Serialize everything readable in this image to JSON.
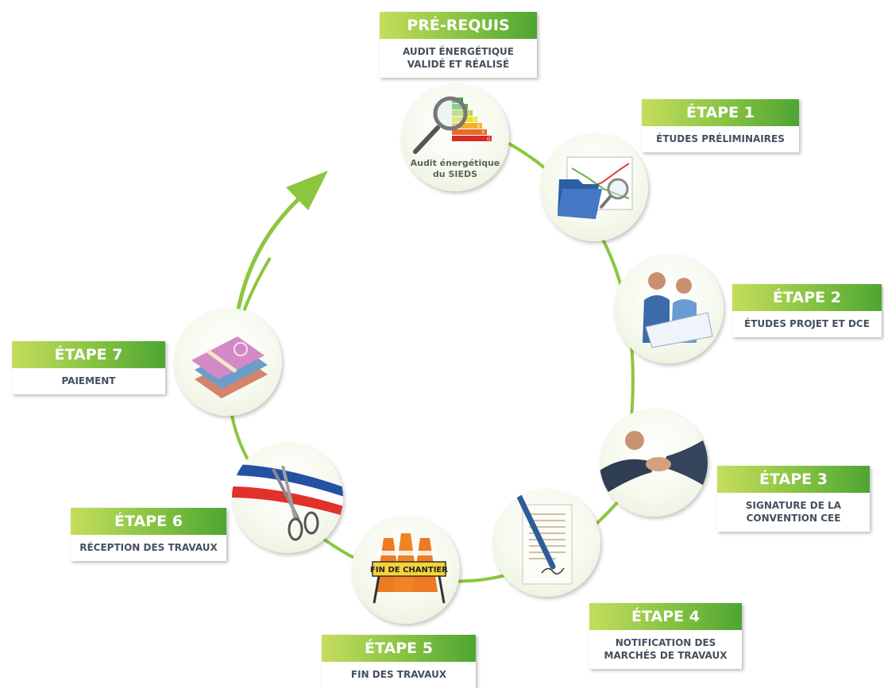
{
  "steps": [
    {
      "id": "prerequis",
      "head": "PRÉ-REQUIS",
      "desc": [
        "AUDIT ÉNERGÉTIQUE",
        "VALIDÉ ET RÉALISÉ"
      ],
      "icon": "energy-audit-icon",
      "bubble_text": [
        "Audit énergétique",
        "du SIEDS"
      ]
    },
    {
      "id": "etape-1",
      "head": "ÉTAPE 1",
      "desc": [
        "ÉTUDES PRÉLIMINAIRES"
      ],
      "icon": "folder-chart-icon"
    },
    {
      "id": "etape-2",
      "head": "ÉTAPE 2",
      "desc": [
        "ÉTUDES PROJET ET DCE"
      ],
      "icon": "businessmen-plans-icon"
    },
    {
      "id": "etape-3",
      "head": "ÉTAPE 3",
      "desc": [
        "SIGNATURE DE LA",
        "CONVENTION CEE"
      ],
      "icon": "handshake-icon"
    },
    {
      "id": "etape-4",
      "head": "ÉTAPE 4",
      "desc": [
        "NOTIFICATION DES",
        "MARCHÉS DE TRAVAUX"
      ],
      "icon": "signed-document-icon"
    },
    {
      "id": "etape-5",
      "head": "ÉTAPE 5",
      "desc": [
        "FIN DES TRAVAUX"
      ],
      "icon": "traffic-cones-icon",
      "sign_text": "FIN DE CHANTIER"
    },
    {
      "id": "etape-6",
      "head": "ÉTAPE 6",
      "desc": [
        "RÉCEPTION DES TRAVAUX"
      ],
      "icon": "ribbon-scissors-icon"
    },
    {
      "id": "etape-7",
      "head": "ÉTAPE 7",
      "desc": [
        "PAIEMENT"
      ],
      "icon": "banknotes-icon"
    }
  ],
  "energy_classes": [
    "A",
    "B",
    "C",
    "D",
    "E",
    "F",
    "G"
  ],
  "colors": {
    "cycle": "#8cc63f",
    "head_start": "#c5dd5c",
    "head_end": "#4ea533",
    "desc_text": "#44505f"
  }
}
